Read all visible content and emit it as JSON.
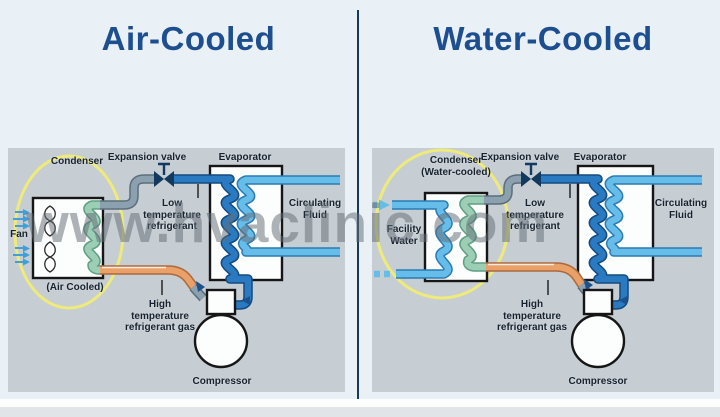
{
  "watermark": {
    "text": "www.hvaclinic.com"
  },
  "panels": {
    "air": {
      "title": "Air-Cooled",
      "labels": {
        "condenser": "Condenser",
        "condenser_sub": "(Air Cooled)",
        "fan": "Fan",
        "expansion_valve": "Expansion valve",
        "evaporator": "Evaporator",
        "low_temp_refrigerant": "Low\ntemperature\nrefrigerant",
        "circulating_fluid": "Circulating\nFluid",
        "high_temp_refrigerant": "High\ntemperature\nrefrigerant gas",
        "compressor": "Compressor"
      }
    },
    "water": {
      "title": "Water-Cooled",
      "labels": {
        "condenser": "Condenser\n(Water-cooled)",
        "facility_water": "Facility\nWater",
        "expansion_valve": "Expansion valve",
        "evaporator": "Evaporator",
        "low_temp_refrigerant": "Low\ntemperature\nrefrigerant",
        "circulating_fluid": "Circulating\nFluid",
        "high_temp_refrigerant": "High\ntemperature\nrefrigerant gas",
        "compressor": "Compressor"
      }
    }
  },
  "colors": {
    "title_text": "#1d4e8f",
    "page_background": "#eaf1f6",
    "panel_background": "#c6cdd3",
    "highlight_ellipse_yellow": "#eeeb7a",
    "refrigerant_pipe_dark_blue": "#2a7ac1",
    "circulating_fluid_light_blue": "#66bde9",
    "condenser_coil_green": "#9ccdb5",
    "hot_gas_pipe_orange": "#e9a069",
    "valve_pipe_slate": "#8ba1af",
    "watermark_gray": "#6e7a82"
  }
}
